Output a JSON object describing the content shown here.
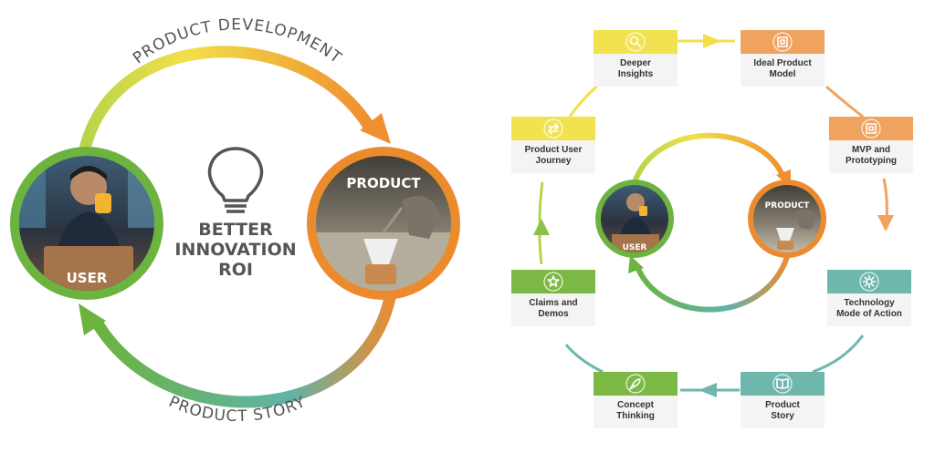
{
  "left_diagram": {
    "top_arc_label": "PRODUCT DEVELOPMENT",
    "bottom_arc_label": "PRODUCT STORY",
    "user_label": "USER",
    "product_label": "PRODUCT",
    "center_lines": [
      "BETTER",
      "INNOVATION",
      "ROI"
    ],
    "center_icon": "lightbulb-icon"
  },
  "right_diagram": {
    "user_label": "USER",
    "product_label": "PRODUCT",
    "steps": [
      {
        "id": "deeper-insights",
        "lines": [
          "Deeper",
          "Insights"
        ],
        "icon": "magnifier-icon",
        "color": "#f2e24f"
      },
      {
        "id": "ideal-product-model",
        "lines": [
          "Ideal Product",
          "Model"
        ],
        "icon": "blueprint-icon",
        "color": "#f0a35e"
      },
      {
        "id": "mvp-prototyping",
        "lines": [
          "MVP and",
          "Prototyping"
        ],
        "icon": "prototype-icon",
        "color": "#f0a35e"
      },
      {
        "id": "technology-mode-of-action",
        "lines": [
          "Technology",
          "Mode of Action"
        ],
        "icon": "gear-icon",
        "color": "#6fb7ad"
      },
      {
        "id": "product-story",
        "lines": [
          "Product",
          "Story"
        ],
        "icon": "book-icon",
        "color": "#6fb7ad"
      },
      {
        "id": "concept-thinking",
        "lines": [
          "Concept",
          "Thinking"
        ],
        "icon": "rocket-icon",
        "color": "#7cb944"
      },
      {
        "id": "claims-demos",
        "lines": [
          "Claims and",
          "Demos"
        ],
        "icon": "star-icon",
        "color": "#7cb944"
      },
      {
        "id": "product-user-journey",
        "lines": [
          "Product User",
          "Journey"
        ],
        "icon": "swap-arrows-icon",
        "color": "#f2e24f"
      }
    ]
  },
  "colors": {
    "green": "#6db33f",
    "orange": "#ec8a2e",
    "yellow": "#f1e04a",
    "teal": "#5fb3a9",
    "text_gray": "#555555"
  }
}
